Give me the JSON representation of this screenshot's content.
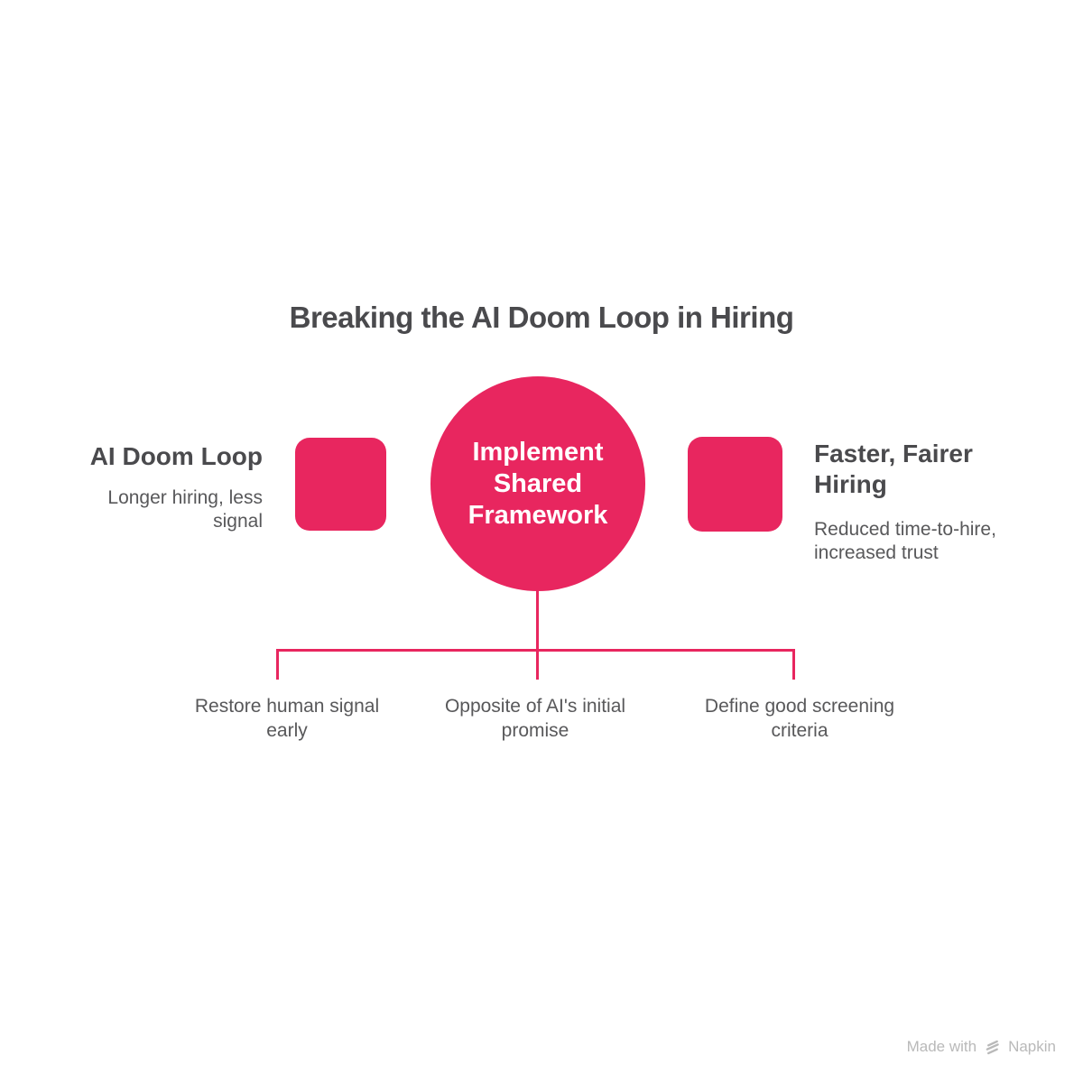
{
  "title": "Breaking the AI Doom Loop in Hiring",
  "colors": {
    "accent_pink": "#E8265F",
    "heading_text": "#4A4A4D",
    "body_text": "#58585A",
    "watermark_text": "#B9B9B9"
  },
  "left_node": {
    "heading": "AI Doom Loop",
    "description_lines": [
      "Longer hiring, less",
      "signal"
    ]
  },
  "center_node": {
    "label_lines": [
      "Implement",
      "Shared",
      "Framework"
    ]
  },
  "right_node": {
    "heading_lines": [
      "Faster, Fairer",
      "Hiring"
    ],
    "description_lines": [
      "Reduced time-to-hire,",
      "increased trust"
    ]
  },
  "branches": [
    {
      "label_lines": [
        "Restore human signal",
        "early"
      ]
    },
    {
      "label_lines": [
        "Opposite of AI's initial",
        "promise"
      ]
    },
    {
      "label_lines": [
        "Define good screening",
        "criteria"
      ]
    }
  ],
  "watermark": {
    "prefix": "Made with",
    "brand": "Napkin",
    "logo_icon": "napkin-logo-icon"
  }
}
